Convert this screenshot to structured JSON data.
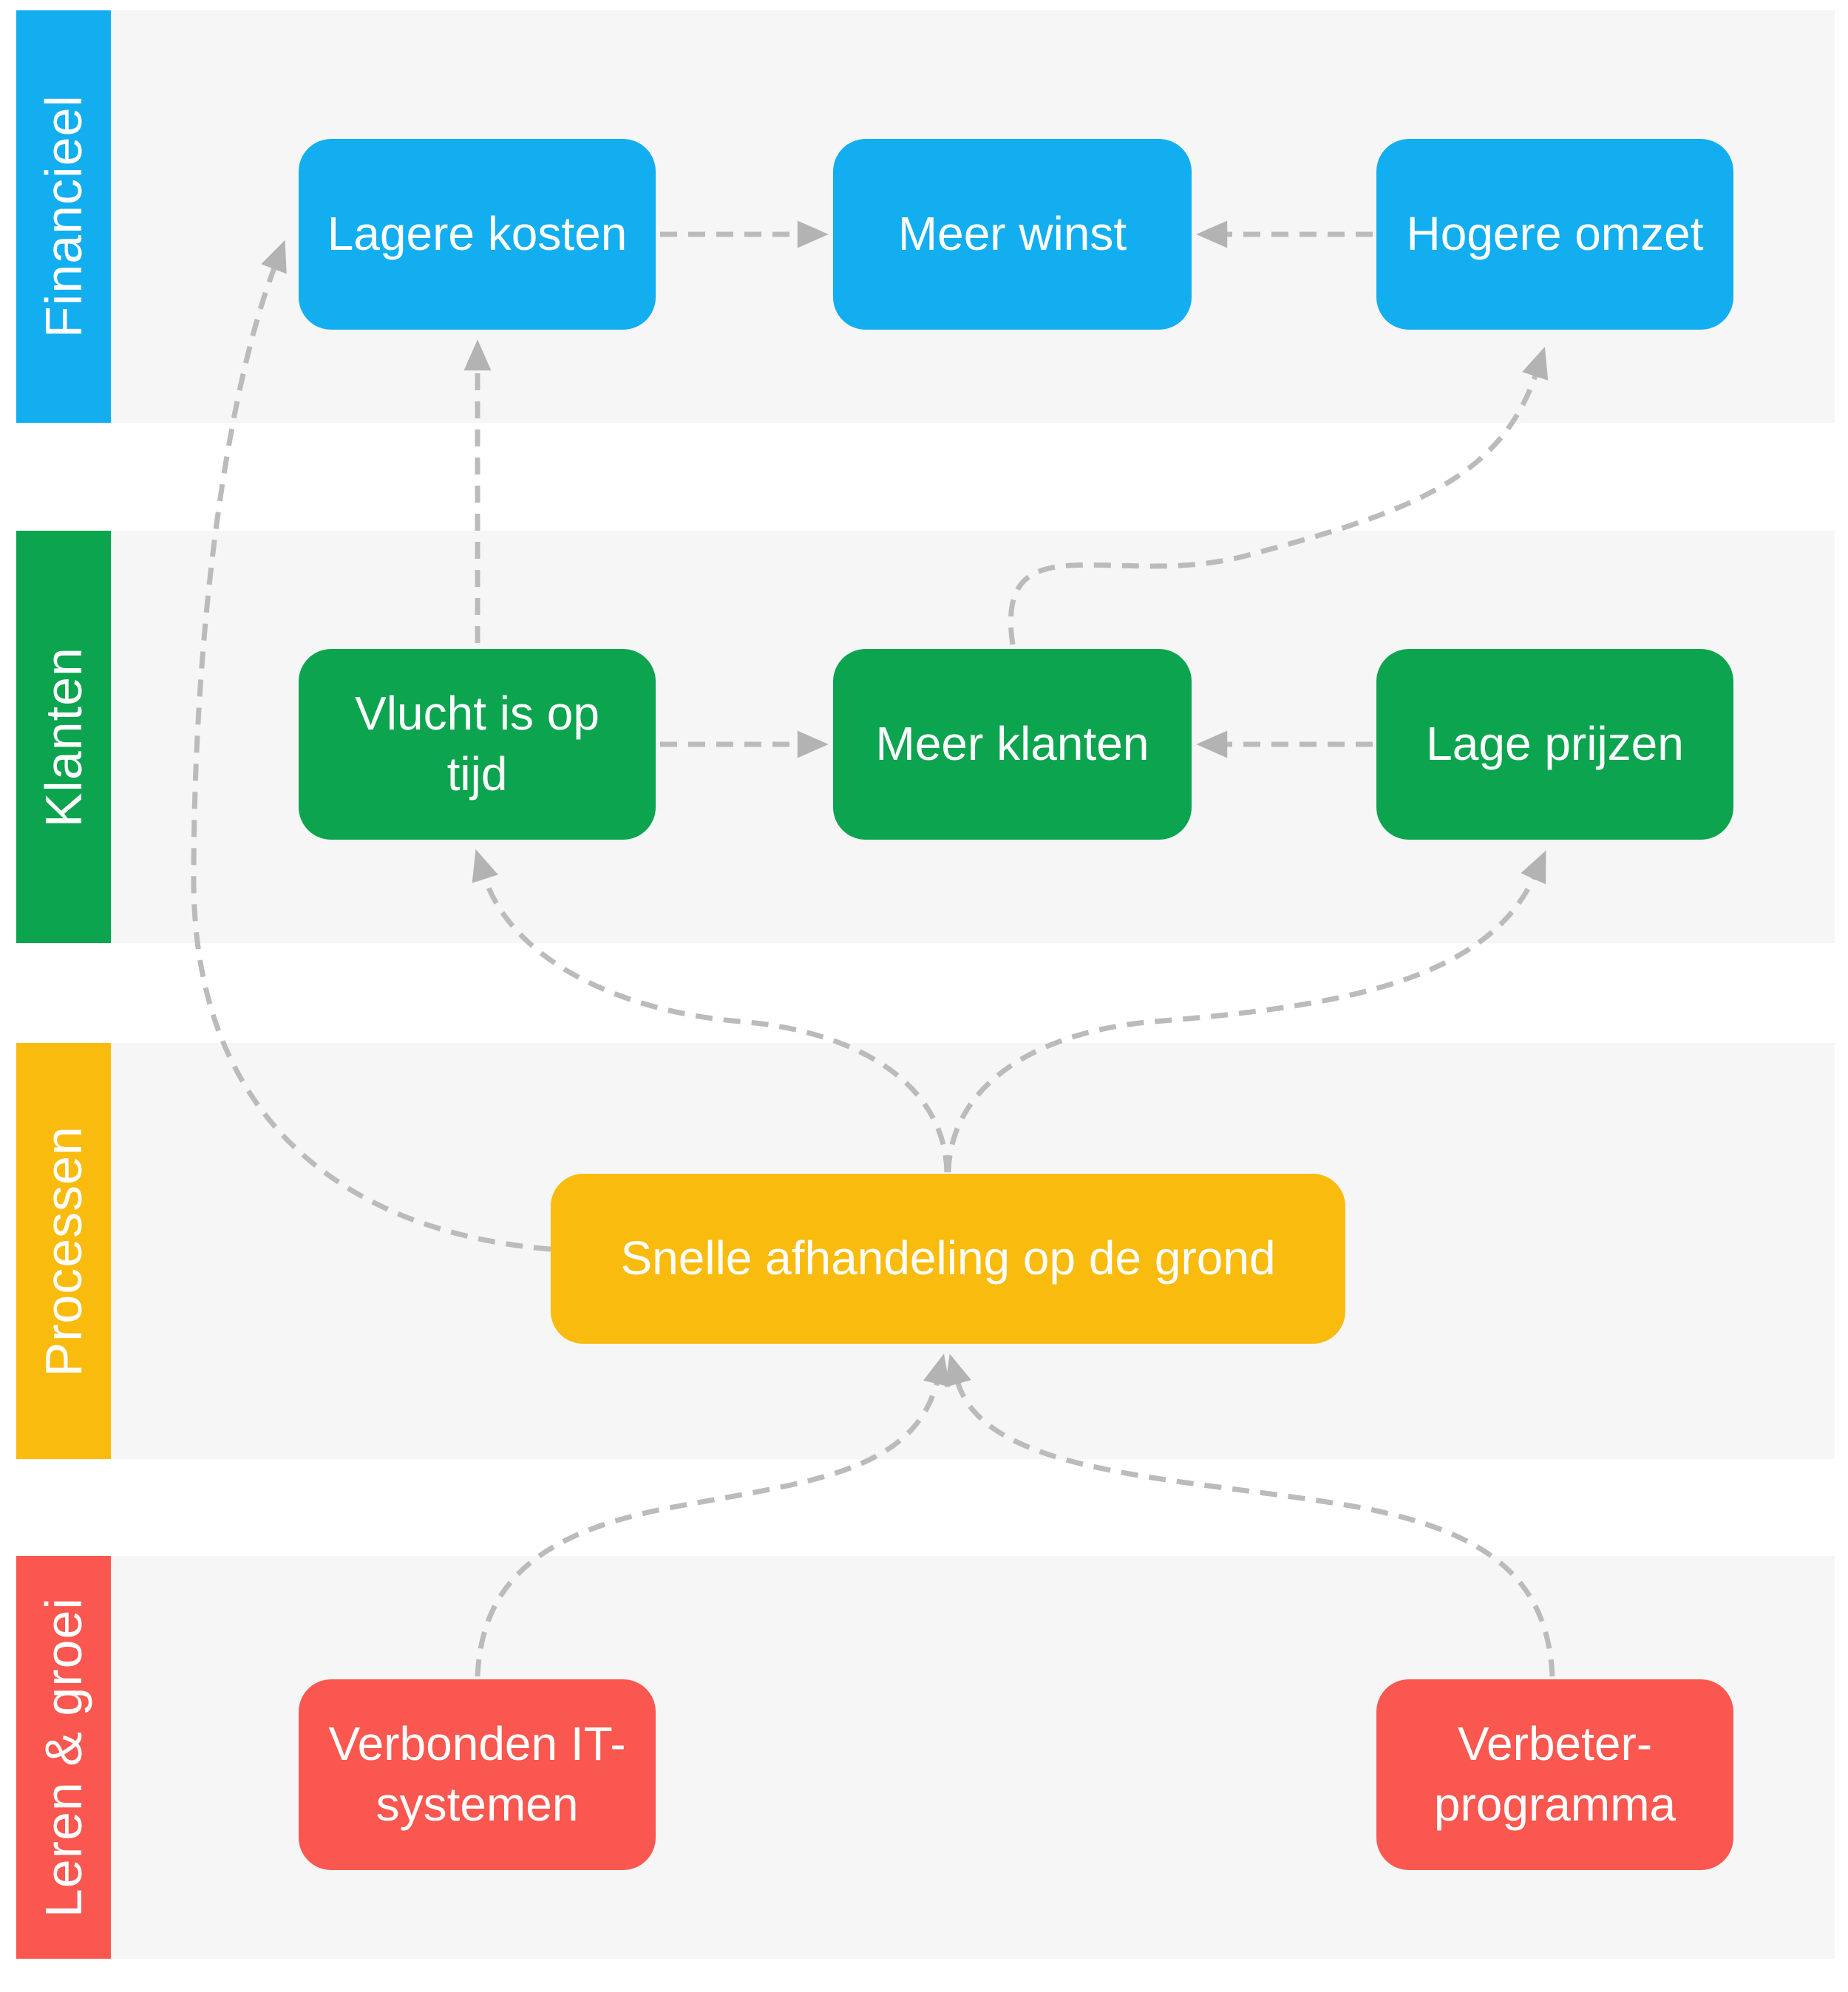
{
  "diagram": {
    "type": "strategy-map",
    "perspectives": [
      {
        "id": "financieel",
        "label": "Financieel",
        "color": "#12AEEF"
      },
      {
        "id": "klanten",
        "label": "Klanten",
        "color": "#0CA44E"
      },
      {
        "id": "processen",
        "label": "Processen",
        "color": "#FABB0F"
      },
      {
        "id": "leren-groei",
        "label": "Leren & groei",
        "color": "#F9574F"
      }
    ],
    "nodes": [
      {
        "id": "lagere-kosten",
        "label": "Lagere kosten",
        "perspective": "financieel"
      },
      {
        "id": "meer-winst",
        "label": "Meer winst",
        "perspective": "financieel"
      },
      {
        "id": "hogere-omzet",
        "label": "Hogere omzet",
        "perspective": "financieel"
      },
      {
        "id": "vlucht-is-op-tijd",
        "label": "Vlucht is op tijd",
        "perspective": "klanten"
      },
      {
        "id": "meer-klanten",
        "label": "Meer klanten",
        "perspective": "klanten"
      },
      {
        "id": "lage-prijzen",
        "label": "Lage prijzen",
        "perspective": "klanten"
      },
      {
        "id": "snelle-afhandeling",
        "label": "Snelle afhandeling op de grond",
        "perspective": "processen"
      },
      {
        "id": "verbonden-it",
        "label": "Verbonden IT-systemen",
        "perspective": "leren-groei"
      },
      {
        "id": "verbeterprogramma",
        "label": "Verbeter-programma",
        "perspective": "leren-groei"
      }
    ],
    "edges": [
      {
        "from": "lagere-kosten",
        "to": "meer-winst"
      },
      {
        "from": "hogere-omzet",
        "to": "meer-winst"
      },
      {
        "from": "vlucht-is-op-tijd",
        "to": "meer-klanten"
      },
      {
        "from": "lage-prijzen",
        "to": "meer-klanten"
      },
      {
        "from": "vlucht-is-op-tijd",
        "to": "lagere-kosten"
      },
      {
        "from": "meer-klanten",
        "to": "hogere-omzet"
      },
      {
        "from": "snelle-afhandeling",
        "to": "lagere-kosten"
      },
      {
        "from": "snelle-afhandeling",
        "to": "vlucht-is-op-tijd"
      },
      {
        "from": "snelle-afhandeling",
        "to": "lage-prijzen"
      },
      {
        "from": "verbonden-it",
        "to": "snelle-afhandeling"
      },
      {
        "from": "verbeterprogramma",
        "to": "snelle-afhandeling"
      }
    ],
    "colors": {
      "band": "#F6F6F6",
      "arrow": "#BBBBBB",
      "arrowhead": "#B3B3B3",
      "text": "#FFFFFF",
      "background": "#FFFFFF"
    }
  }
}
